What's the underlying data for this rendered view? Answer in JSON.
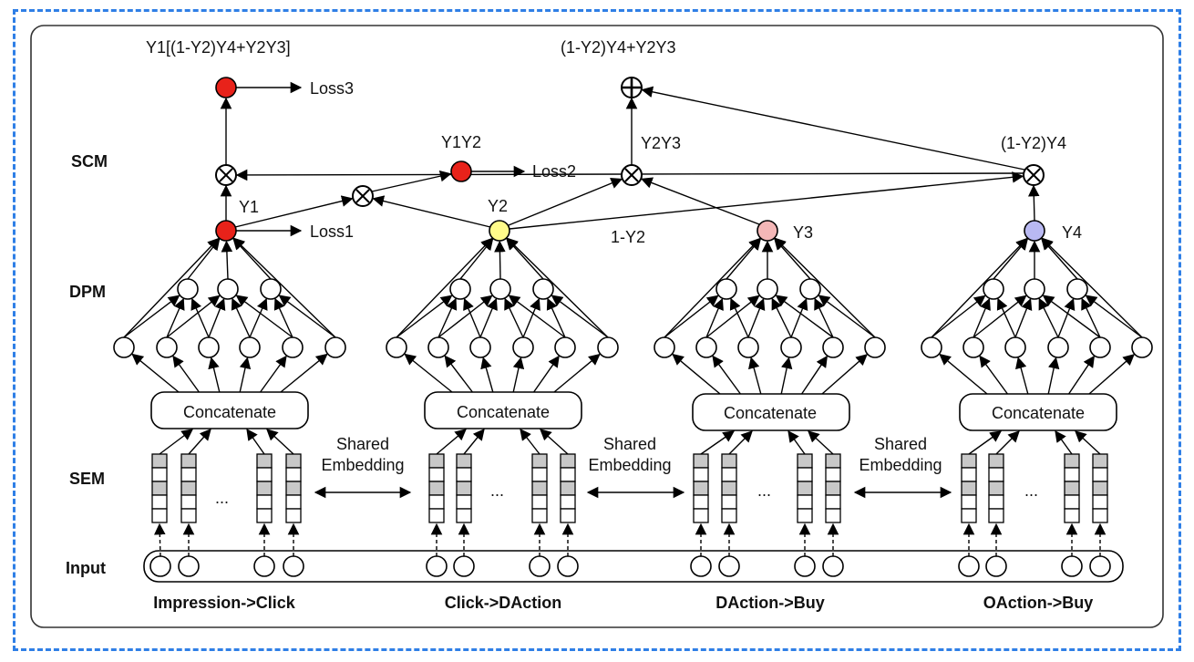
{
  "row_labels": {
    "scm": "SCM",
    "dpm": "DPM",
    "sem": "SEM",
    "input": "Input"
  },
  "towers": [
    {
      "task": "Impression->Click",
      "concat": "Concatenate",
      "output": "Y1",
      "color": "#e8221a"
    },
    {
      "task": "Click->DAction",
      "concat": "Concatenate",
      "output": "Y2",
      "color": "#fffb8a"
    },
    {
      "task": "DAction->Buy",
      "concat": "Concatenate",
      "output": "Y3",
      "color": "#f4b7b7"
    },
    {
      "task": "OAction->Buy",
      "concat": "Concatenate",
      "output": "Y4",
      "color": "#b9b9f2"
    }
  ],
  "shared_embedding": [
    "Shared\nEmbedding",
    "Shared\nEmbedding",
    "Shared\nEmbedding"
  ],
  "shared_line1": "Shared",
  "shared_line2": "Embedding",
  "ellipsis": "...",
  "scm": {
    "y1_expr": "Y1[(1-Y2)Y4+Y2Y3]",
    "sum_expr": "(1-Y2)Y4+Y2Y3",
    "y1y2": "Y1Y2",
    "y2y3": "Y2Y3",
    "one_minus_y2_y4": "(1-Y2)Y4",
    "one_minus_y2": "1-Y2",
    "loss1": "Loss1",
    "loss2": "Loss2",
    "loss3": "Loss3",
    "loss_color": "#e8221a"
  },
  "colors": {
    "border": "#2f7fe6",
    "frame": "#333333"
  }
}
